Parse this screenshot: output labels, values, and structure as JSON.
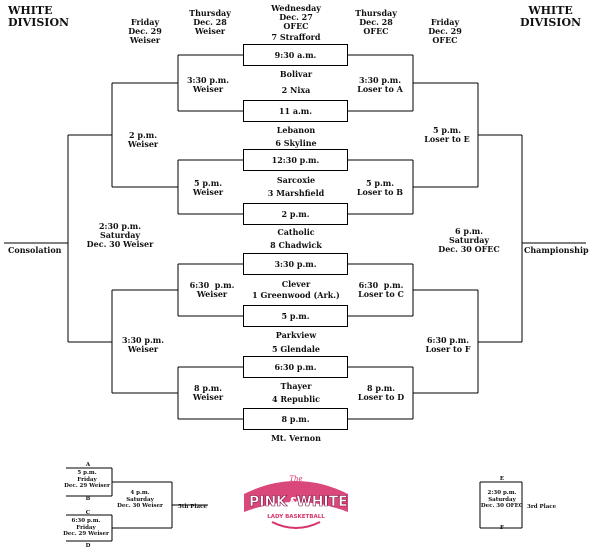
{
  "titles": {
    "left": "WHITE\nDIVISION",
    "right": "WHITE\nDIVISION"
  },
  "headers": {
    "wed": "Wednesday\nDec. 27\nOFEC",
    "thu_left": "Thursday\nDec. 28\nWeiser",
    "fri_left": "Friday\nDec. 29\nWeiser",
    "thu_right": "Thursday\nDec. 28\nOFEC",
    "fri_right": "Friday\nDec. 29\nOFEC"
  },
  "first_round": [
    {
      "top": "7 Strafford",
      "time": "9:30 a.m.",
      "bottom": "Bolivar"
    },
    {
      "top": "2 Nixa",
      "time": "11 a.m.",
      "bottom": "Lebanon"
    },
    {
      "top": "6 Skyline",
      "time": "12:30 p.m.",
      "bottom": "Sarcoxie"
    },
    {
      "top": "3 Marshfield",
      "time": "2 p.m.",
      "bottom": "Catholic"
    },
    {
      "top": "8 Chadwick",
      "time": "3:30 p.m.",
      "bottom": "Clever"
    },
    {
      "top": "1 Greenwood (Ark.)",
      "time": "5 p.m.",
      "bottom": "Parkview"
    },
    {
      "top": "5 Glendale",
      "time": "6:30 p.m.",
      "bottom": "Thayer"
    },
    {
      "top": "4 Republic",
      "time": "8 p.m.",
      "bottom": "Mt. Vernon"
    }
  ],
  "qf_left": [
    "3:30 p.m.\nWeiser",
    "5 p.m.\nWeiser",
    "6:30  p.m.\nWeiser",
    "8 p.m.\nWeiser"
  ],
  "qf_right": [
    "3:30 p.m.\nLoser to A",
    "5 p.m.\nLoser to B",
    "6:30  p.m.\nLoser to C",
    "8 p.m.\nLoser to D"
  ],
  "sf_left": [
    "2 p.m.\nWeiser",
    "3:30 p.m.\nWeiser"
  ],
  "sf_right": [
    "5 p.m.\nLoser to E",
    "6:30 p.m.\nLoser to F"
  ],
  "final_left": "2:30 p.m.\nSaturday\nDec. 30 Weiser",
  "final_right": "6 p.m.\nSaturday\nDec. 30 OFEC",
  "consolation": "Consolation",
  "championship": "Championship",
  "fifth": {
    "a": "A",
    "b": "B",
    "c": "C",
    "d": "D",
    "game1": "5 p.m.\nFriday\nDec. 29 Weiser",
    "game2": "6:30 p.m.\nFriday\nDec. 29 Weiser",
    "final": "4 p.m.\nSaturday\nDec. 30 Weiser",
    "label": "5th Place"
  },
  "third": {
    "e": "E",
    "f": "F",
    "final": "2:30 p.m.\nSaturday\nDec. 30 OFEC",
    "label": "3rd Place"
  },
  "logo": {
    "top": "The",
    "main1": "PINK",
    "amp": "&",
    "main2": "WHITE",
    "sub": "LADY BASKETBALL",
    "accent": "#d6336c"
  }
}
